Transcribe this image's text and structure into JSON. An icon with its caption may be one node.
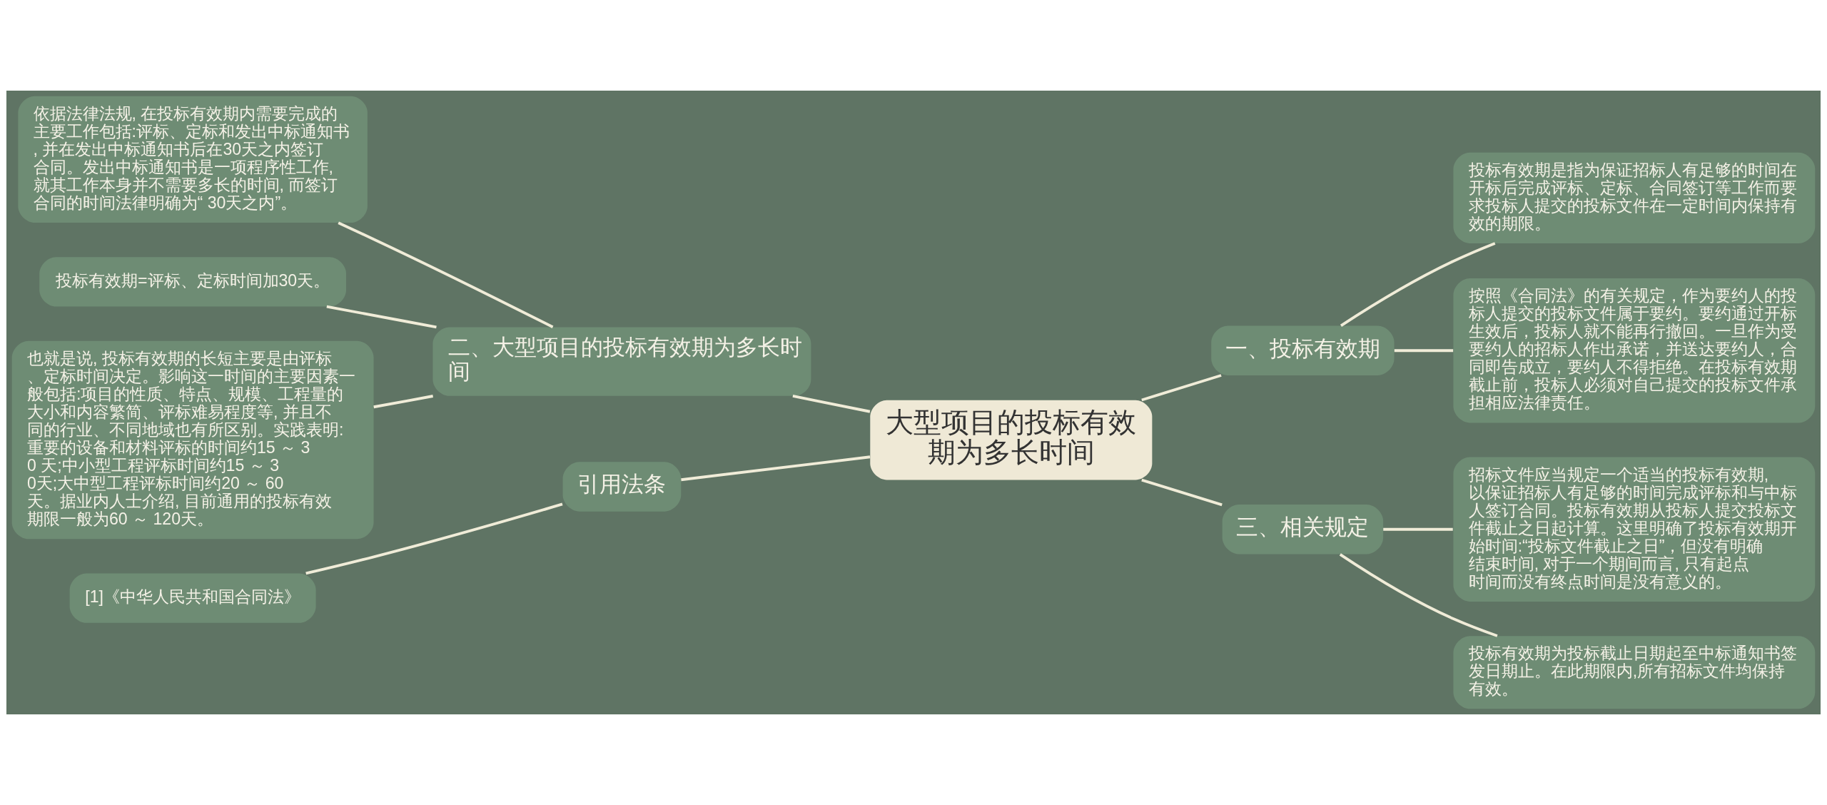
{
  "diagram": {
    "nodes": [
      {
        "text": [
          "大型项目的投标有效期为多长时间"
        ]
      },
      {
        "text": [
          "一、投标有效期"
        ]
      },
      {
        "text": [
          "投标有效期是指为保证招标人有足够的时间在开标后完成评标、定标、合同签订等工作而要求投标人提交的投标文件在一定时间内保持有效的期限。"
        ]
      },
      {
        "text": [
          "按照《合同法》的有关规定，作为要约人的投标人提交的投标文件属于要约。要约通过开标生效后，投标人就不能再行撤回。一旦作为受要约人的招标人作出承诺，并送达要约人，合同即告成立，要约人不得拒绝。在投标有效期截止前，投标人必须对自己提交的投标文件承担相应法律责任。"
        ]
      },
      {
        "text": [
          "三、相关规定"
        ]
      },
      {
        "text": [
          "招标文件应当规定一个适当的投标有效期, 以保证招标人有足够的时间完成评标和与中标人签订合同。投标有效期从投标人提交投标文件截止之日起计算。这里明确了投标有效期开始时间:“投标文件截止之日”，但没有明确结束时间, 对于一个期间而言, 只有起点时间而没有终点时间是没有意义的。"
        ]
      },
      {
        "text": [
          "投标有效期为投标截止日期起至中标通知书签发日期止。在此期限内,所有招标文件均保持有效。"
        ]
      },
      {
        "text": [
          "二、大型项目的投标有效期为多长时间"
        ]
      },
      {
        "text": [
          "依据法律法规, 在投标有效期内需要完成的主要工作包括:评标、定标和发出中标通知书, 并在发出中标通知书后在30天之内签订合同。发出中标通知书是一项程序性工作, 就其工作本身并不需要多长的时间, 而签订合同的时间法律明确为“ 30天之内”。"
        ]
      },
      {
        "text": [
          "投标有效期=评标、定标时间加30天。"
        ]
      },
      {
        "text": [
          "也就是说, 投标有效期的长短主要是由评标、定标时间决定。影响这一时间的主要因素一般包括:项目的性质、特点、规模、工程量的大小和内容繁简、评标难易程度等, 并且不同的行业、不同地域也有所区别。实践表明:重要的设备和材料评标的时间约15 ～ 30 天;中小型工程评标时间约15 ～ 30天;大中型工程评标时间约20 ～ 60天。据业内人士介绍, 目前通用的投标有效期限一般为60 ～ 120天。"
        ]
      },
      {
        "text": [
          "引用法条"
        ]
      },
      {
        "text": [
          "[1]《中华人民共和国合同法》"
        ]
      }
    ],
    "edges": [
      {
        "from": 0,
        "to": 1,
        "arrow": "none"
      },
      {
        "from": 1,
        "to": 2,
        "arrow": "none"
      },
      {
        "from": 1,
        "to": 3,
        "arrow": "none"
      },
      {
        "from": 0,
        "to": 4,
        "arrow": "none"
      },
      {
        "from": 4,
        "to": 5,
        "arrow": "none"
      },
      {
        "from": 4,
        "to": 6,
        "arrow": "none"
      },
      {
        "from": 0,
        "to": 7,
        "arrow": "none"
      },
      {
        "from": 7,
        "to": 8,
        "arrow": "none"
      },
      {
        "from": 7,
        "to": 9,
        "arrow": "none"
      },
      {
        "from": 7,
        "to": 10,
        "arrow": "none"
      },
      {
        "from": 0,
        "to": 11,
        "arrow": "none"
      },
      {
        "from": 11,
        "to": 12,
        "arrow": "none"
      }
    ]
  }
}
